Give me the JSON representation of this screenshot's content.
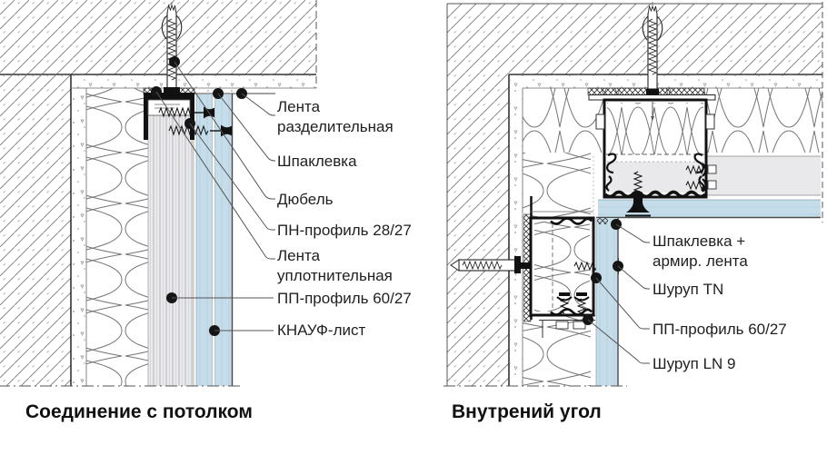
{
  "panels": [
    {
      "caption": "Соединение с потолком",
      "labels": [
        "Лента разделительная",
        "Шпаклевка",
        "Дюбель",
        "ПН-профиль 28/27",
        "Лента уплотнительная",
        "ПП-профиль 60/27",
        "КНАУФ-лист"
      ]
    },
    {
      "caption": "Внутрений угол",
      "labels": [
        "Шпаклевка + армир. лента",
        "Шуруп TN",
        "ПП-профиль 60/27",
        "Шуруп LN 9"
      ]
    }
  ],
  "colors": {
    "drywall_blue": "#c5dce9",
    "profile_gray": "#e9e9eb",
    "line_dark": "#1a1a1a",
    "hatch": "#8a8a8a"
  }
}
